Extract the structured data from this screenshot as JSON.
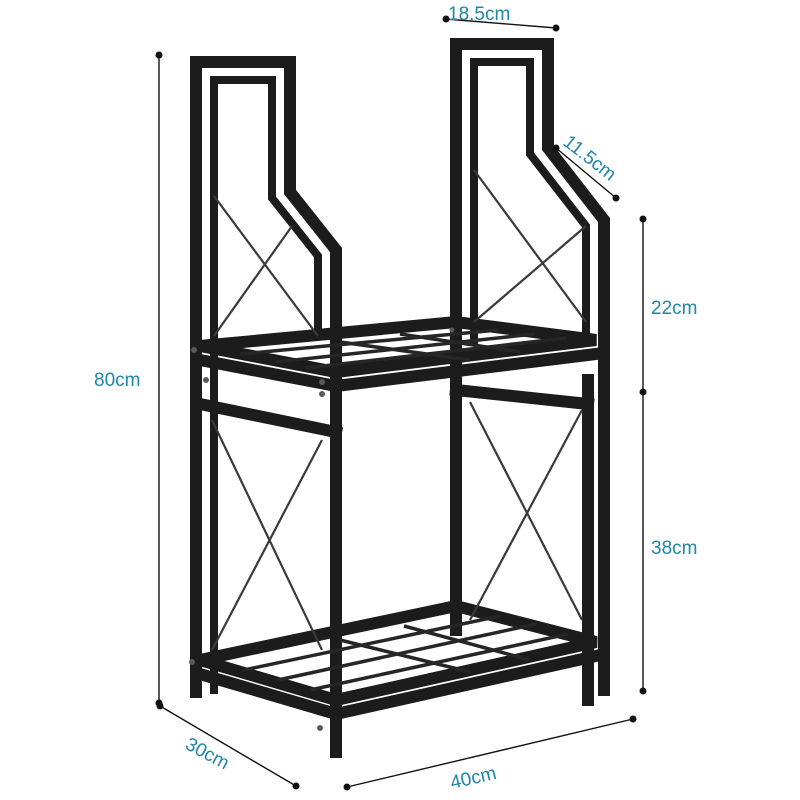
{
  "figure": {
    "subject": "two-tier metal log rack with dimension callouts",
    "colors": {
      "frame": "#1c1c1c",
      "label": "#1f86a8",
      "dimension_line": "#111111",
      "background": "#ffffff"
    }
  },
  "dimensions": {
    "top_width": "18.5cm",
    "side_step": "11.5cm",
    "total_height": "80cm",
    "upper_section": "22cm",
    "lower_section": "38cm",
    "depth": "30cm",
    "width": "40cm"
  }
}
